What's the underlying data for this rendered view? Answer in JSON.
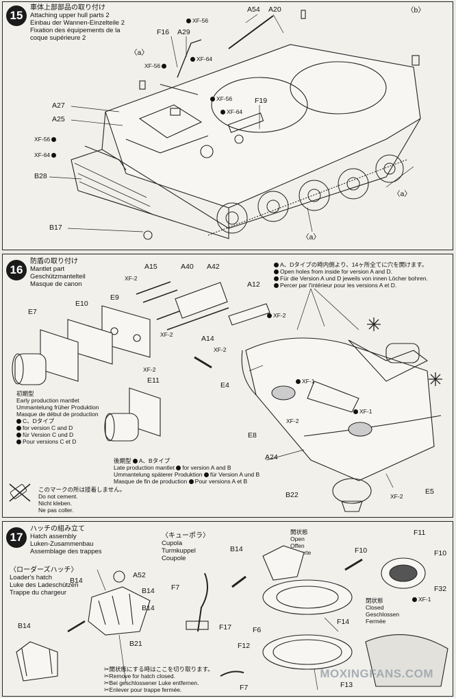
{
  "step15": {
    "number": "15",
    "title_jp": "車体上部部品の取り付け",
    "title_en": "Attaching upper hull parts 2",
    "title_de": "Einbau der Wannen-Einzelteile 2",
    "title_fr": "Fixation des équipements de la",
    "title_fr2": "coque supérieure 2",
    "labels": {
      "a54": "A54",
      "a20": "A20",
      "b_top": "〈b〉",
      "xf56_1": "XF-56",
      "f16": "F16",
      "a29": "A29",
      "a_ref": "〈a〉",
      "xf64_1": "XF-64",
      "xf56_2": "XF-56",
      "a27": "A27",
      "a25": "A25",
      "xf56_3": "XF-56",
      "xf64_2": "XF-64",
      "f19": "F19",
      "xf56_4": "XF-56",
      "xf64_3": "XF-64",
      "b28": "B28",
      "b17": "B17",
      "a_right": "〈a〉",
      "a_bottom": "〈a〉"
    }
  },
  "step16": {
    "number": "16",
    "title_jp": "防盾の取り付け",
    "title_en": "Mantlet part",
    "title_de": "Geschützmantelteil",
    "title_fr": "Masque de canon",
    "notice": {
      "jp": "A、Dタイプの時内側より、14ヶ所全てに穴を開けます。",
      "en": "Open holes from inside for version A and D.",
      "de": "Für die Version A und D jeweils von innen Löcher bohren.",
      "fr": "Percer par l'intérieur pour les versions A et D."
    },
    "labels": {
      "a15": "A15",
      "a40": "A40",
      "a42": "A42",
      "a12": "A12",
      "xf2_1": "XF-2",
      "xf2_2": "XF-2",
      "xf2_3": "XF-2",
      "xf2_4": "XF-2",
      "xf2_5": "XF-2",
      "e9": "E9",
      "e10": "E10",
      "e7": "E7",
      "a14": "A14",
      "e11": "E11",
      "e4": "E4",
      "xf1_1": "XF-1",
      "xf1_2": "XF-1",
      "xf2_6": "XF-2",
      "xf2_7": "XF-2",
      "e8": "E8",
      "a24": "A24",
      "b22": "B22",
      "e5": "E5"
    },
    "early": {
      "jp": "初期型",
      "en": "Early production mantlet",
      "de": "Ummantelung früher Produktion",
      "fr": "Masque de début de production",
      "types_jp": "C、Dタイプ",
      "for_en": "for version C and D",
      "for_de": "für Version C und D",
      "for_fr": "Pour versions C et D"
    },
    "late": {
      "jp": "後期型",
      "types_jp": "A、Bタイプ",
      "en": "Late production mantlet",
      "for_en": "for version A and B",
      "de": "Ummantelung späterer Produktion",
      "for_de": "für Version A und B",
      "fr": "Masque de fin de production",
      "for_fr": "Pour versions A et B"
    },
    "no_cement": {
      "jp": "このマークの所は接着しません。",
      "en": "Do not cement.",
      "de": "Nicht kleben.",
      "fr": "Ne pas coller."
    }
  },
  "step17": {
    "number": "17",
    "title_jp": "ハッチの組み立て",
    "title_en": "Hatch assembly",
    "title_de": "Luken-Zusammenbau",
    "title_fr": "Assemblage des trappes",
    "loader": {
      "jp": "〈ローダーズハッチ〉",
      "en": "Loader's hatch",
      "de": "Luke des Ladeschützen",
      "fr": "Trappe du chargeur"
    },
    "cupola": {
      "jp": "〈キューポラ〉",
      "en": "Cupola",
      "de": "Turmkuppel",
      "fr": "Coupole"
    },
    "open": {
      "jp": "開状態",
      "en": "Open",
      "de": "Offen",
      "fr": "Ouverte"
    },
    "closed": {
      "jp": "閉状態",
      "en": "Closed",
      "de": "Geschlossen",
      "fr": "Fermée"
    },
    "remove_note": {
      "jp": "開状態にする時はここを切り取ります。",
      "en": "Remove for hatch closed.",
      "de": "Bei geschlossener Luke entfernen.",
      "fr": "Enlever pour trappe fermée."
    },
    "labels": {
      "b14_1": "B14",
      "a52": "A52",
      "b14_2": "B14",
      "b14_3": "B14",
      "b21": "B21",
      "b14_4": "B14",
      "f7_1": "F7",
      "f17": "F17",
      "f7_2": "F7",
      "b14_5": "B14",
      "f14": "F14",
      "f6": "F6",
      "f12": "F12",
      "f13": "F13",
      "f11": "F11",
      "f10_1": "F10",
      "f10_2": "F10",
      "f32": "F32",
      "xf1": "XF-1"
    }
  },
  "watermark": "MOXINGFANS.COM"
}
